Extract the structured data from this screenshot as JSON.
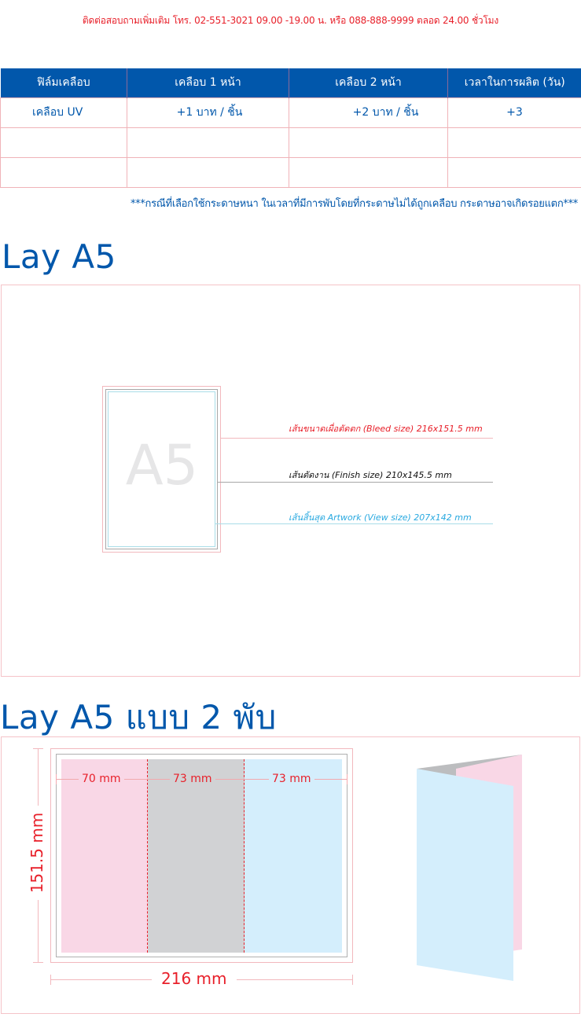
{
  "contact": {
    "text": "ติดต่อสอบถามเพิ่มเติม โทร. 02-551-3021  09.00 -19.00 น. หรือ 088-888-9999 ตลอด 24.00 ชั่วโมง",
    "color": "#e8202a"
  },
  "pricing_table": {
    "header_bg": "#0157ab",
    "headers": [
      "ฟิล์มเคลือบ",
      "เคลือบ 1 หน้า",
      "เคลือบ 2 หน้า",
      "เวลาในการผลิต (วัน)"
    ],
    "rows": [
      [
        "เคลือบ UV",
        "+1 บาท   / ชิ้น",
        "+2 บาท   / ชิ้น",
        "+3"
      ],
      [
        "",
        "",
        "",
        ""
      ],
      [
        "",
        "",
        "",
        ""
      ]
    ]
  },
  "note": "***กรณีที่เลือกใช้กระดาษหนา ในเวลาที่มีการพับโดยที่กระดาษไม่ได้ถูกเคลือบ กระดาษอาจเกิดรอยแตก***",
  "section_a5": {
    "title": "Lay A5",
    "watermark": "A5",
    "labels": {
      "bleed": "เส้นขนาดเผื่อตัดตก (Bleed size) 216x151.5 mm",
      "finish": "เส้นตัดงาน (Finish size) 210x145.5 mm",
      "view": "เส้นสิ้นสุด Artwork (View size) 207x142 mm"
    },
    "colors": {
      "bleed": "#e8202a",
      "finish": "#111111",
      "view": "#29a9e0"
    }
  },
  "section_fold": {
    "title": "Lay A5 แบบ 2 พับ",
    "panel_widths": [
      "70 mm",
      "73 mm",
      "73 mm"
    ],
    "height_label": "151.5 mm",
    "width_label": "216 mm",
    "panel_colors": [
      "#f9d7e6",
      "#d1d2d4",
      "#d4eefc"
    ]
  }
}
